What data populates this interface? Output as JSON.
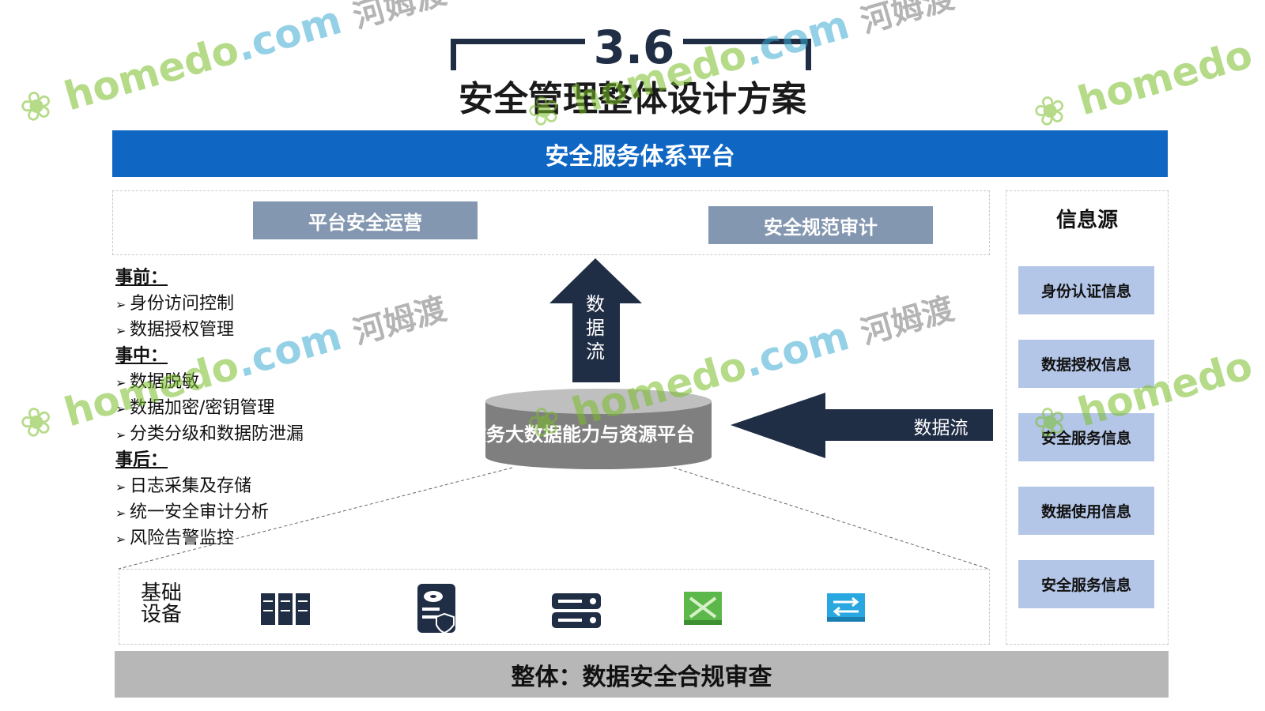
{
  "title": {
    "number": "3.6",
    "text": "安全管理整体设计方案"
  },
  "banner": "安全服务体系平台",
  "top_buttons": {
    "ops": "平台安全运营",
    "audit": "安全规范审计"
  },
  "info_source": {
    "title": "信息源",
    "items": [
      "身份认证信息",
      "数据授权信息",
      "安全服务信息",
      "数据使用信息",
      "安全服务信息"
    ]
  },
  "phases": [
    {
      "head": "事前：",
      "items": [
        "身份访问控制",
        "数据授权管理"
      ]
    },
    {
      "head": "事中：",
      "items": [
        "数据脱敏",
        "数据加密/密钥管理",
        "分类分级和数据防泄漏"
      ]
    },
    {
      "head": "事后：",
      "items": [
        "日志采集及存储",
        "统一安全审计分析",
        "风险告警监控"
      ]
    }
  ],
  "cylinder_label": "政务大数据能力与资源平台",
  "data_flow_vertical": "数据流",
  "data_flow_horizontal": "数据流",
  "infrastructure_label": "基础设备",
  "footer": "整体：数据安全合规审查",
  "watermark": {
    "brand": "homedo",
    "domain": ".com",
    "cn": "河姆渡"
  },
  "colors": {
    "navy": "#1f2d45",
    "blue": "#0f67c3",
    "gray_button": "#8497b0",
    "light_blue": "#b4c6e7",
    "footer_gray": "#b7b7b7"
  }
}
